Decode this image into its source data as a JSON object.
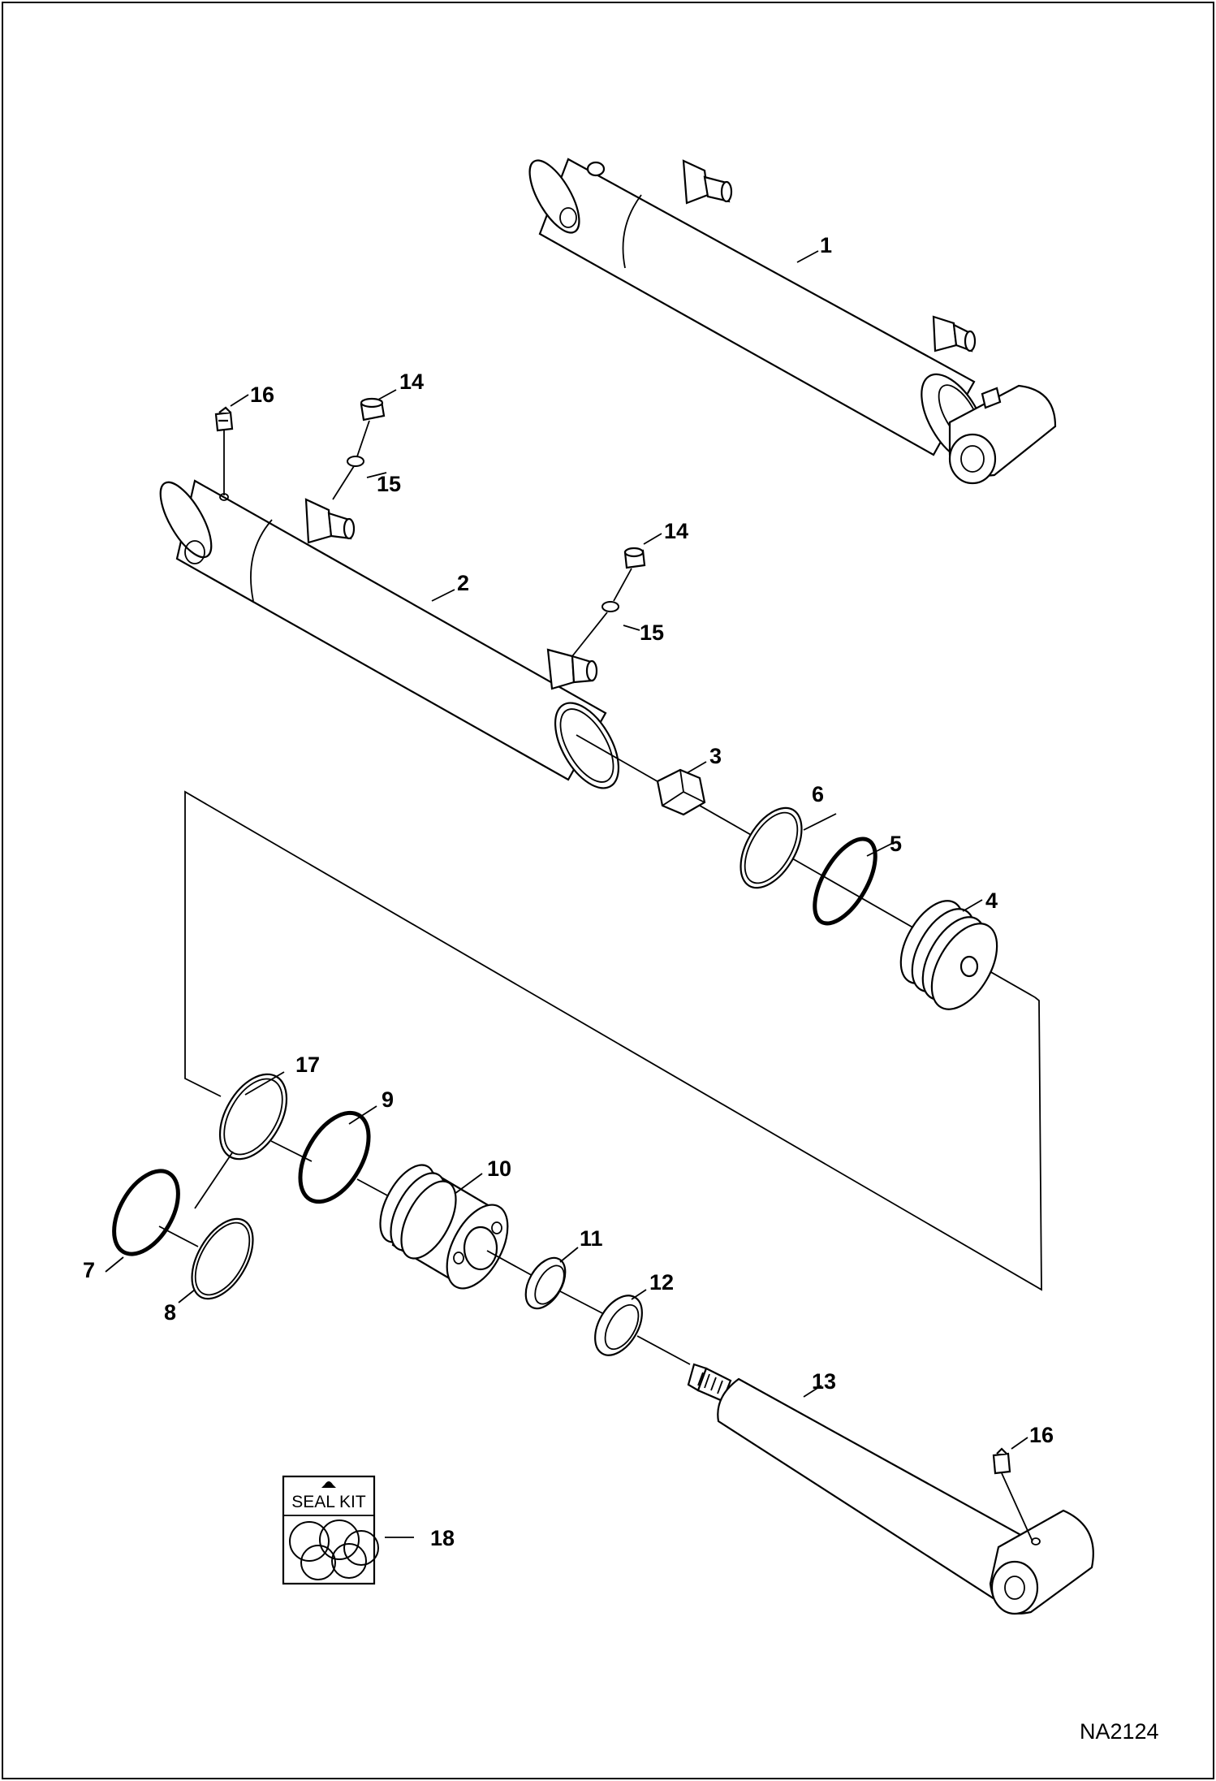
{
  "drawing_ref": "NA2124",
  "seal_kit_label": "SEAL KIT",
  "callouts": {
    "c1": "1",
    "c2": "2",
    "c3": "3",
    "c4": "4",
    "c5": "5",
    "c6": "6",
    "c7": "7",
    "c8": "8",
    "c9": "9",
    "c10": "10",
    "c11": "11",
    "c12": "12",
    "c13": "13",
    "c14a": "14",
    "c14b": "14",
    "c15a": "15",
    "c15b": "15",
    "c16a": "16",
    "c16b": "16",
    "c17": "17",
    "c18": "18"
  }
}
